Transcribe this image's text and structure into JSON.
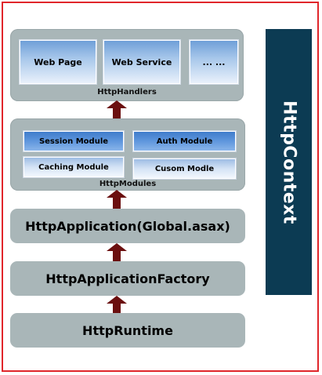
{
  "handlers": {
    "label": "HttpHandlers",
    "items": [
      "Web Page",
      "Web Service",
      "... ..."
    ]
  },
  "modules": {
    "label": "HttpModules",
    "items": [
      "Session Module",
      "Auth Module",
      "Caching Module",
      "Cusom Modle"
    ]
  },
  "application": "HttpApplication(Global.asax)",
  "factory": "HttpApplicationFactory",
  "runtime": "HttpRuntime",
  "context": "HttpContext",
  "colors": {
    "frame": "#e0262b",
    "panel": "#a9b6b8",
    "arrow": "#6b0f0f",
    "context": "#0c3b53"
  }
}
